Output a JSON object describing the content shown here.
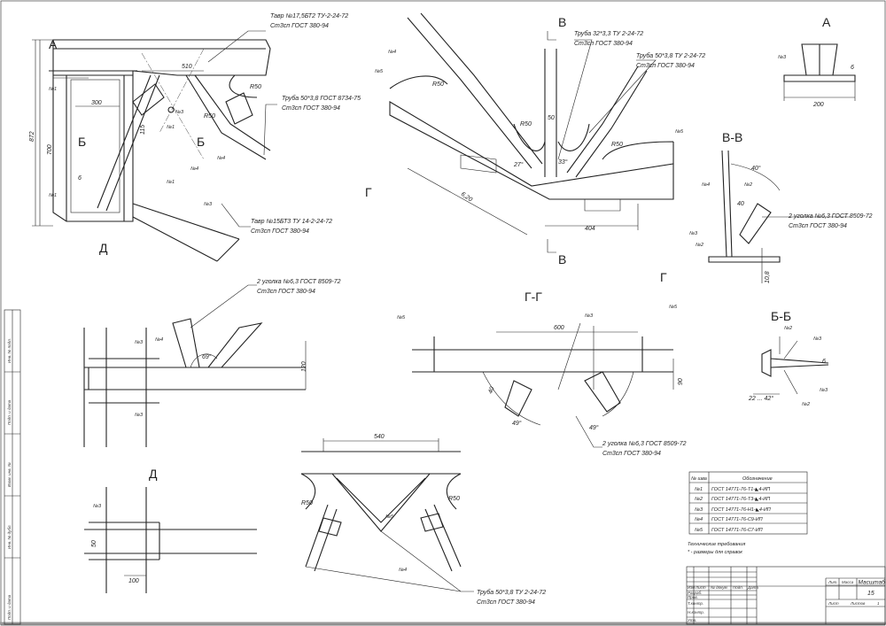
{
  "callouts": {
    "tavr_top": [
      "Тавр №17,5БТ2 ТУ-2-24-72",
      "Ст3сп ГОСТ 380-94"
    ],
    "pipe_left": [
      "Труба 50*3,8 ГОСТ 8734-75",
      "Ст3сп ГОСТ 380-94"
    ],
    "tavr_bottom": [
      "Тавр №15БТ3 ТУ 14-2-24-72",
      "Ст3сп ГОСТ 380-94"
    ],
    "pipe_32": [
      "Труба 32*3,3 ТУ 2-24-72",
      "Ст3сп ГОСТ 380-94"
    ],
    "pipe_50_right": [
      "Труба 50*3,8 ТУ 2-24-72",
      "Ст3сп ГОСТ 380-94"
    ],
    "angles_vv": [
      "2 уголка №6,3 ГОСТ 8509-72",
      "Ст3сп ГОСТ 380-94"
    ],
    "angles_mid": [
      "2 уголка №6,3 ГОСТ 8509-72",
      "Ст3сп ГОСТ 380-94"
    ],
    "angles_gg": [
      "2 уголка №6,3 ГОСТ 8509-72",
      "Ст3сп ГОСТ 380-94"
    ],
    "pipe_bottom": [
      "Труба 50*3,8 ТУ 2-24-72",
      "Ст3сп ГОСТ 380-94"
    ]
  },
  "views": {
    "a": "А",
    "bb": "Б-Б",
    "vv": "В-В",
    "gg": "Г-Г",
    "d": "Д",
    "mark_a": "А",
    "mark_b": "Б",
    "mark_v": "В",
    "mark_g": "Г",
    "mark_d": "Д"
  },
  "dims": {
    "d872": "872",
    "d700": "700",
    "d300": "300",
    "d510": "510",
    "d115": "115",
    "d6": "6",
    "r50": "R50",
    "d620": "6,20",
    "d404": "404",
    "d200": "200",
    "d540": "540",
    "d600": "600",
    "d120": "120",
    "d90": "90",
    "d100": "100",
    "d40": "40",
    "d50": "50",
    "d108": "10,8",
    "a40": "40°",
    "a69": "69°",
    "a49": "49°",
    "a22": "22 ... 42°",
    "a27": "27°",
    "a33": "33°"
  },
  "welds": {
    "n1": "№1",
    "n2": "№2",
    "n3": "№3",
    "n4": "№4",
    "n5": "№5"
  },
  "weld_table": {
    "headers": [
      "№ шва",
      "Обозначение"
    ],
    "rows": [
      [
        "№1",
        "ГОСТ 14771-76-Т1-◣4-ИП"
      ],
      [
        "№2",
        "ГОСТ 14771-76-Т3-◣4-ИП"
      ],
      [
        "№3",
        "ГОСТ 14771-76-Н1-◣4-ИП"
      ],
      [
        "№4",
        "ГОСТ 14771-76-С9-ИП"
      ],
      [
        "№5",
        "ГОСТ 14771-76-С7-ИП"
      ]
    ]
  },
  "tech_req": [
    "Технические требования",
    "* - размеры для справок"
  ],
  "title_block": {
    "cols": [
      "Изм",
      "Лист",
      "№ докум.",
      "Подп.",
      "Дата"
    ],
    "roles": [
      "Разраб.",
      "Пров.",
      "Т.контр.",
      "Н.контр.",
      "Утв."
    ],
    "lit": "Лит.",
    "mass": "Масса",
    "scale": "Масштаб",
    "scale_value": "15",
    "sheet": "Лист",
    "sheets": "Листов",
    "sheets_value": "1"
  },
  "side_stamp": [
    "Инв. № подл.",
    "Подп. и дата",
    "Взам. инв. №",
    "Инв. № дубл.",
    "Подп. и дата"
  ]
}
